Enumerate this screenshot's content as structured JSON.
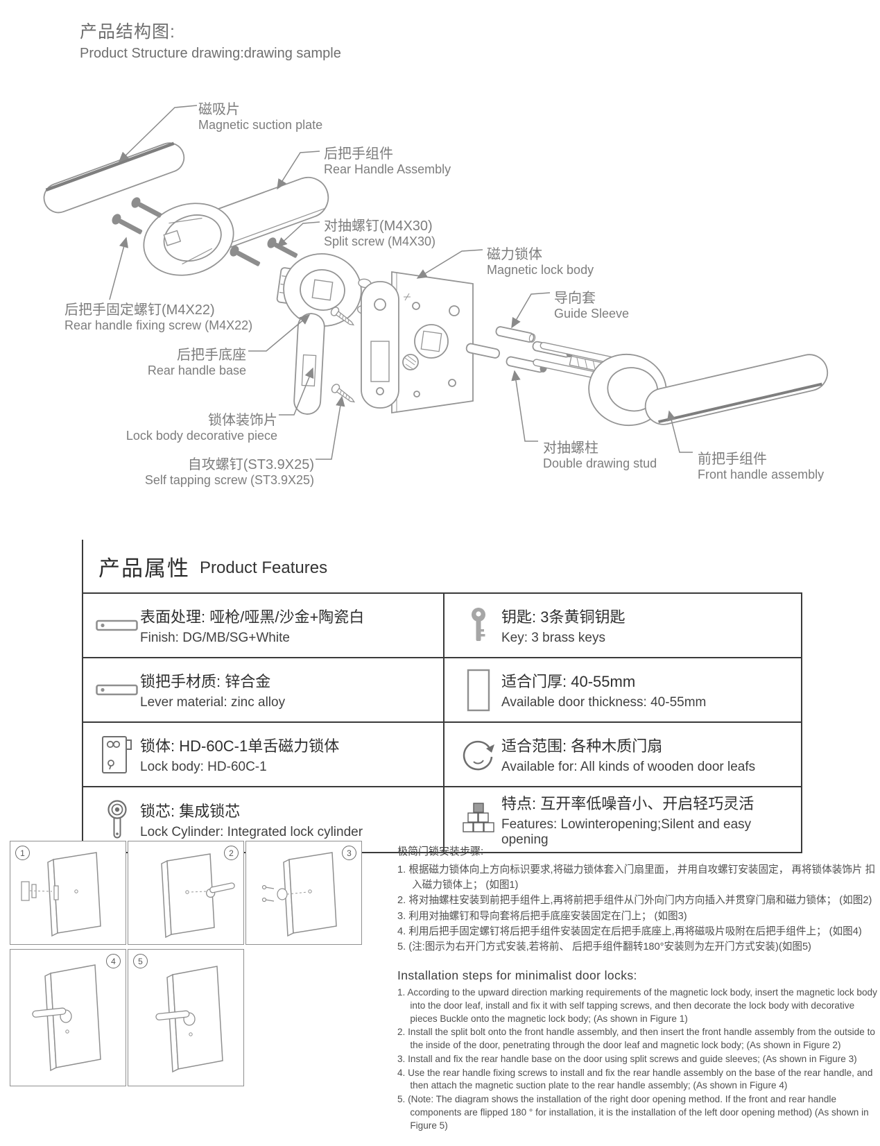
{
  "header": {
    "title_zh": "产品结构图:",
    "title_en": "Product Structure drawing:drawing sample"
  },
  "diagram": {
    "labels": [
      {
        "zh": "磁吸片",
        "en": "Magnetic suction plate"
      },
      {
        "zh": "后把手组件",
        "en": "Rear Handle Assembly"
      },
      {
        "zh": "对抽螺钉(M4X30)",
        "en": "Split screw (M4X30)"
      },
      {
        "zh": "后把手固定螺钉(M4X22)",
        "en": "Rear handle fixing screw (M4X22)"
      },
      {
        "zh": "磁力锁体",
        "en": "Magnetic lock body"
      },
      {
        "zh": "导向套",
        "en": "Guide Sleeve"
      },
      {
        "zh": "后把手底座",
        "en": "Rear handle base"
      },
      {
        "zh": "锁体装饰片",
        "en": "Lock body decorative piece"
      },
      {
        "zh": "自攻螺钉(ST3.9X25)",
        "en": "Self tapping screw (ST3.9X25)"
      },
      {
        "zh": "对抽螺柱",
        "en": "Double drawing stud"
      },
      {
        "zh": "前把手组件",
        "en": "Front handle assembly"
      }
    ]
  },
  "features": {
    "title_zh": "产品属性",
    "title_en": "Product Features",
    "cells": [
      {
        "icon": "handle-side-icon",
        "zh": "表面处理: 哑枪/哑黑/沙金+陶瓷白",
        "en": "Finish:  DG/MB/SG+White"
      },
      {
        "icon": "key-icon",
        "zh": "钥匙: 3条黄铜钥匙",
        "en": "Key:  3 brass keys"
      },
      {
        "icon": "handle-side-icon",
        "zh": "锁把手材质: 锌合金",
        "en": "Lever material:  zinc alloy"
      },
      {
        "icon": "door-icon",
        "zh": "适合门厚: 40-55mm",
        "en": "Available door thickness:  40-55mm"
      },
      {
        "icon": "lock-body-icon",
        "zh": "锁体: HD-60C-1单舌磁力锁体",
        "en": "Lock body:  HD-60C-1"
      },
      {
        "icon": "rotate-arrow-icon",
        "zh": "适合范围: 各种木质门扇",
        "en": "Available for:  All kinds of wooden door leafs"
      },
      {
        "icon": "lock-cylinder-icon",
        "zh": "锁芯: 集成锁芯",
        "en": "Lock Cylinder:   Integrated lock cylinder"
      },
      {
        "icon": "bricks-icon",
        "zh": "特点: 互开率低噪音小、开启轻巧灵活",
        "en": "Features:  Lowinteropening;Silent and easy opening"
      }
    ]
  },
  "installation": {
    "figures": [
      "1",
      "2",
      "3",
      "4",
      "5"
    ],
    "zh_title": "极简门锁安装步骤:",
    "zh_steps": [
      "1. 根据磁力锁体向上方向标识要求,将磁力锁体套入门扇里面， 并用自攻螺钉安装固定， 再将锁体装饰片 扣入磁力锁体上； (如图1)",
      "2. 将对抽螺柱安装到前把手组件上,再将前把手组件从门外向门内方向插入并贯穿门扇和磁力锁体； (如图2)",
      "3. 利用对抽螺钉和导向套将后把手底座安装固定在门上； (如图3)",
      "4. 利用后把手固定螺钉将后把手组件安装固定在后把手底座上,再将磁吸片吸附在后把手组件上；  (如图4)",
      "5. (注:图示为右开门方式安装,若将前、 后把手组件翻转180°安装则为左开门方式安装)(如图5)"
    ],
    "en_title": "Installation steps for minimalist door locks:",
    "en_steps": [
      "1. According to the upward direction marking requirements of the magnetic lock body, insert the magnetic lock body into the door leaf, install and fix it with self tapping screws, and then decorate the lock body with decorative pieces Buckle onto the magnetic lock body; (As shown in Figure 1)",
      "2. Install the split bolt onto the front handle assembly, and then insert the front handle assembly from the outside to the inside of the door, penetrating through the door leaf and magnetic lock body; (As shown in Figure 2)",
      "3. Install and fix the rear handle base on the door using split screws and guide sleeves; (As shown in Figure 3)",
      "4. Use the rear handle fixing screws to install and fix the rear handle assembly on the base of the rear handle, and then attach the magnetic suction plate to the rear handle assembly; (As shown in Figure 4)",
      "5. (Note: The diagram shows the installation of the right door opening method. If the front and rear handle components are flipped 180 ° for installation, it is the installation of the left door opening method) (As shown in Figure 5)"
    ]
  }
}
